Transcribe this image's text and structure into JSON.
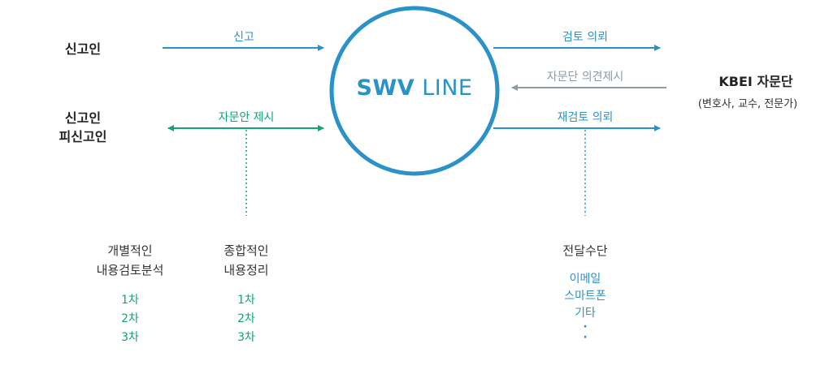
{
  "actors": {
    "reporter": "신고인",
    "reporter_accused_line1": "신고인",
    "reporter_accused_line2": "피신고인",
    "kbei": "KBEI 자문단",
    "kbei_sub": "(변호사, 교수, 전문가)"
  },
  "center": {
    "brand_bold": "SWV",
    "brand_light": "LINE"
  },
  "arrows": {
    "report": "신고",
    "advice": "자문안 제시",
    "review_request": "검토 의뢰",
    "opinion": "자문단 의견제시",
    "re_review_request": "재검토 의뢰"
  },
  "columns": {
    "individual": {
      "line1": "개별적인",
      "line2": "내용검토분석",
      "items": [
        "1차",
        "2차",
        "3차"
      ]
    },
    "summary": {
      "line1": "종합적인",
      "line2": "내용정리",
      "items": [
        "1차",
        "2차",
        "3차"
      ]
    },
    "delivery": {
      "title": "전달수단",
      "items": [
        "이메일",
        "스마트폰",
        "기타",
        "·",
        "·"
      ]
    }
  },
  "colors": {
    "blue": "#2b92c7",
    "green": "#11a57c",
    "gray": "#8f9aa1"
  }
}
